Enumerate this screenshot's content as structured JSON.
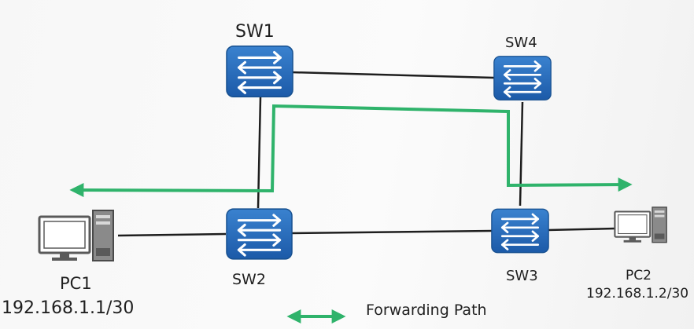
{
  "nodes": {
    "sw1": {
      "label": "SW1"
    },
    "sw2": {
      "label": "SW2"
    },
    "sw3": {
      "label": "SW3"
    },
    "sw4": {
      "label": "SW4"
    },
    "pc1": {
      "label": "PC1",
      "ip": "192.168.1.1/30"
    },
    "pc2": {
      "label": "PC2",
      "ip": "192.168.1.2/30"
    }
  },
  "legend": {
    "label": "Forwarding Path"
  },
  "colors": {
    "switch": "#2267b7",
    "link": "#1e1e1e",
    "forwarding_path": "#2fb36b",
    "pc": "#5a5a5a"
  },
  "icons": {
    "switch": "switch-icon",
    "pc": "computer-icon"
  }
}
